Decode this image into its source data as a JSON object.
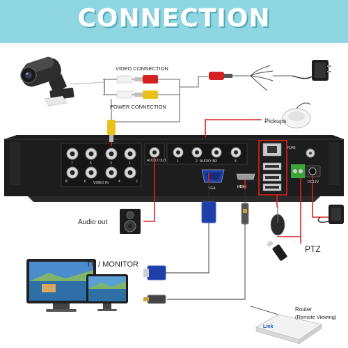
{
  "banner": {
    "title": "CONNECTION"
  },
  "labels": {
    "video_connection": "VIDEO CONNECTION",
    "power_connection": "POWER CONNECTION",
    "pickups": "Pickups",
    "audio_out": "Audio out",
    "tv_monitor": "TV / MONITOR",
    "ptz": "PTZ",
    "router": "Router",
    "router_sub": "(Remote Viewing)"
  },
  "dvr_panel": {
    "video_in": "VIDEO IN",
    "audio_in": "AUDIO IN",
    "audio_out": "AUDIO OUT",
    "vga": "VGA",
    "hdmi": "HDMI",
    "rj45": "RJ45",
    "dc12v": "DC12V",
    "video_ports_top": [
      "7",
      "5",
      "3",
      "1"
    ],
    "video_ports_bottom": [
      "8",
      "6",
      "4",
      "2"
    ],
    "audio_ports": [
      "1",
      "2",
      "3",
      "4"
    ]
  },
  "router_brand": "Link",
  "colors": {
    "banner": "#8fd6e3",
    "connector_line": "#e02020",
    "vga_line": "#1f3fa8",
    "video_plug": "#e8c21a",
    "power_plug": "#d42020",
    "dvr_body": "#1d1d1d"
  }
}
